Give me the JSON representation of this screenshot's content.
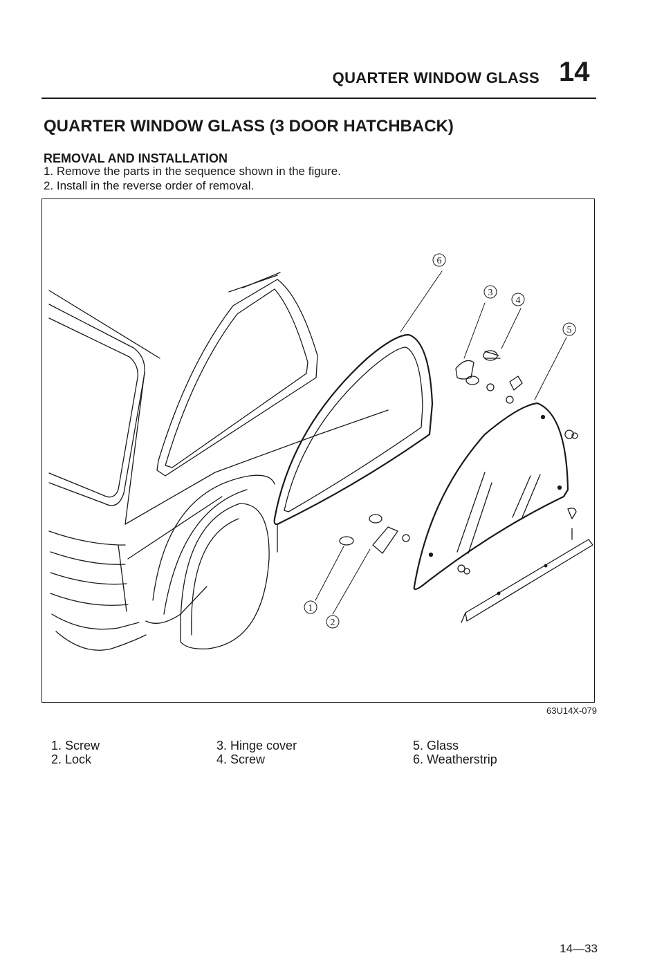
{
  "header": {
    "title": "QUARTER WINDOW GLASS",
    "chapter": "14"
  },
  "section_title": "QUARTER WINDOW GLASS (3 DOOR HATCHBACK)",
  "subsection": "REMOVAL AND INSTALLATION",
  "steps": [
    "1. Remove the parts in the sequence shown in the figure.",
    "2. Install in the reverse order of removal."
  ],
  "figure": {
    "code": "63U14X-079",
    "callouts": [
      "1",
      "2",
      "3",
      "4",
      "5",
      "6"
    ]
  },
  "legend": [
    "1. Screw",
    "2. Lock",
    "3. Hinge cover",
    "4. Screw",
    "5. Glass",
    "6. Weatherstrip"
  ],
  "page_number": "14—33"
}
